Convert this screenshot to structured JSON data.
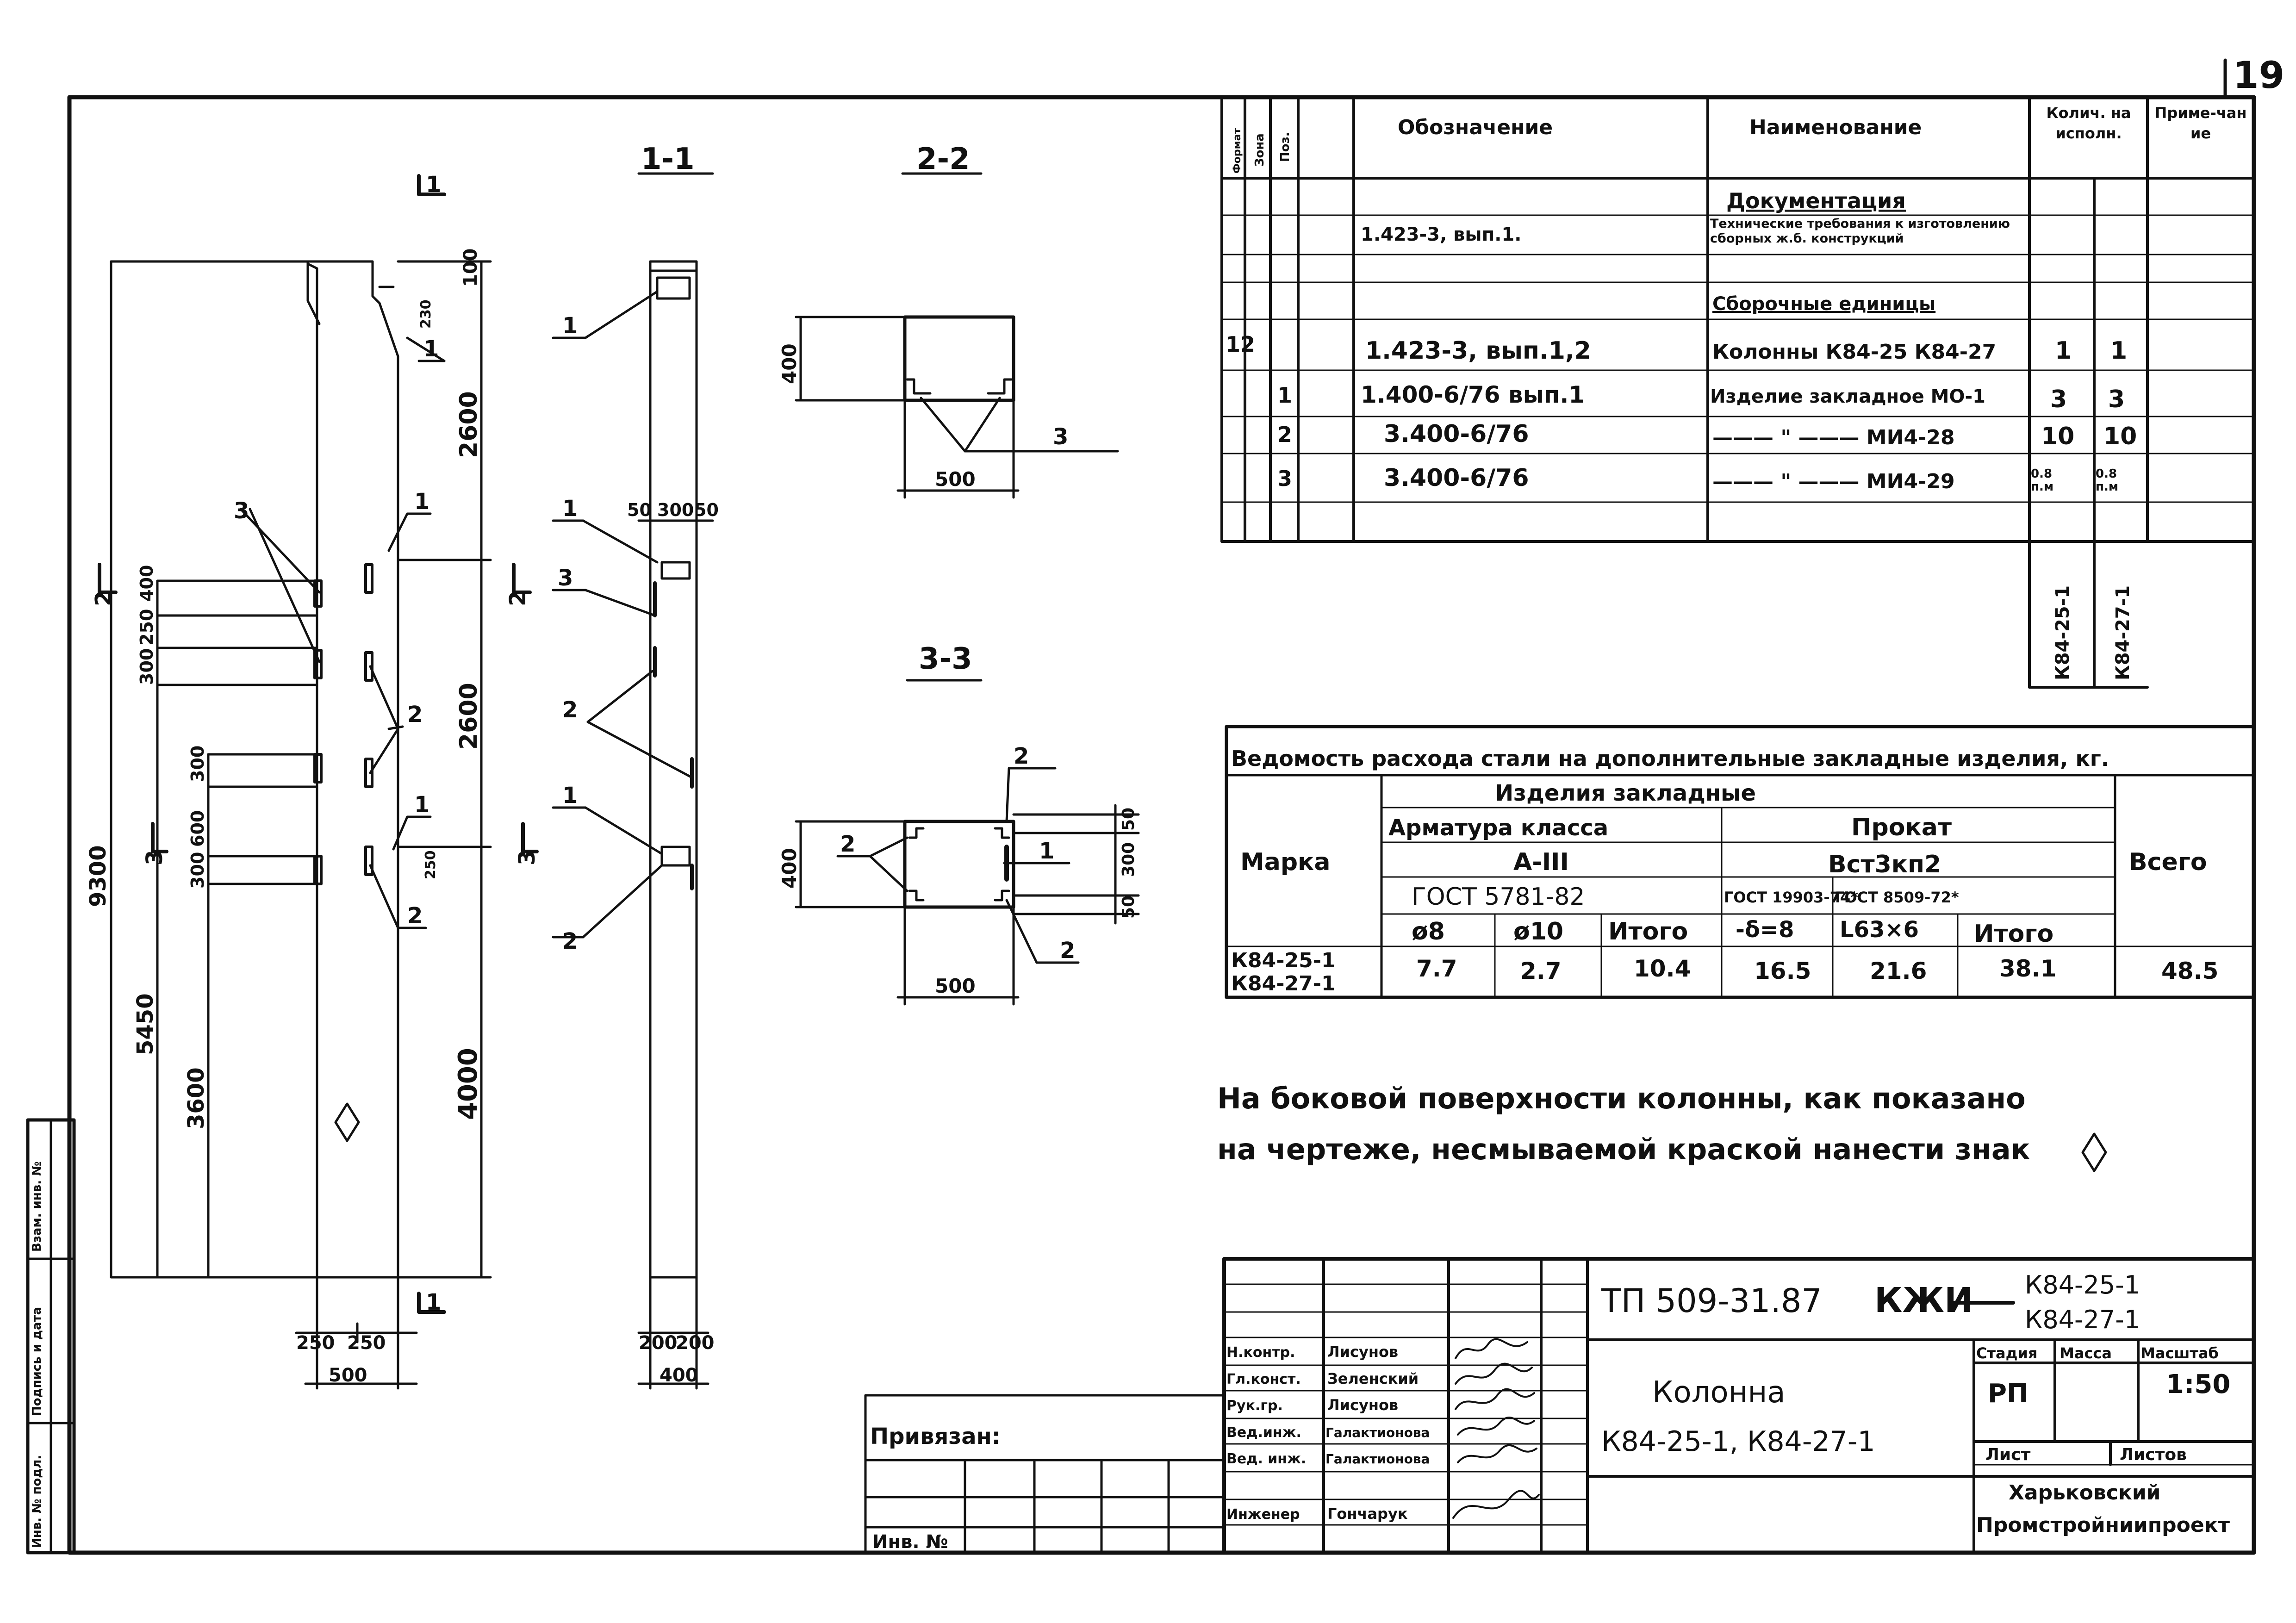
{
  "page_number": "19",
  "sections": [
    "1-1",
    "2-2",
    "3-3"
  ],
  "section_cut_labels": {
    "s1": "1",
    "s2": "2",
    "s3": "3"
  },
  "elevation": {
    "overall_height": "9300",
    "dims_right": [
      "100",
      "2600",
      "2600",
      "4000"
    ],
    "dims_left_stack": [
      "400",
      "250",
      "300",
      "300",
      "600",
      "300",
      "5450",
      "3600"
    ],
    "dims_small": [
      "230",
      "250"
    ],
    "bottom_dims": [
      "250",
      "250",
      "500"
    ],
    "side_bottom_dims": [
      "200",
      "200",
      "400"
    ],
    "side_top_dims": [
      "50",
      "300",
      "50"
    ],
    "callouts": [
      "1",
      "1",
      "1",
      "2",
      "2",
      "2",
      "3",
      "3"
    ]
  },
  "section_2_2": {
    "height": "400",
    "width": "500",
    "callout": "3"
  },
  "section_3_3": {
    "height": "400",
    "width": "500",
    "dims_right": [
      "50",
      "300",
      "50"
    ],
    "callouts": [
      "2",
      "2",
      "1",
      "2"
    ]
  },
  "spec_table": {
    "headers": [
      "Формат",
      "Зона",
      "Поз.",
      "Обозначение",
      "Наименование",
      "Колич. на исполн.",
      "Приме-чание"
    ],
    "rows": [
      {
        "format": "",
        "zone": "",
        "pos": "",
        "designation": "",
        "name": "Документация",
        "q1": "",
        "q2": "",
        "note": ""
      },
      {
        "format": "",
        "zone": "",
        "pos": "",
        "designation": "1.423-3, вып.1.",
        "name": "Технические требования к изготовлению сборных ж.б. конструкций",
        "q1": "",
        "q2": "",
        "note": ""
      },
      {
        "format": "",
        "zone": "",
        "pos": "",
        "designation": "",
        "name": "Сборочные единицы",
        "q1": "",
        "q2": "",
        "note": ""
      },
      {
        "format": "12",
        "zone": "",
        "pos": "",
        "designation": "1.423-3, вып.1,2",
        "name": "Колонны К84-25 К84-27",
        "q1": "1",
        "q2": "1",
        "note": ""
      },
      {
        "format": "",
        "zone": "",
        "pos": "1",
        "designation": "1.400-6/76 вып.1",
        "name": "Изделие закладное МО-1",
        "q1": "3",
        "q2": "3",
        "note": ""
      },
      {
        "format": "",
        "zone": "",
        "pos": "2",
        "designation": "3.400-6/76",
        "name": "——— \" ——— МИ4-28",
        "q1": "10",
        "q2": "10",
        "note": ""
      },
      {
        "format": "",
        "zone": "",
        "pos": "3",
        "designation": "3.400-6/76",
        "name": "——— \" ——— МИ4-29",
        "q1": "0.8 п.м",
        "q2": "0.8 п.м",
        "note": ""
      }
    ],
    "variant_labels": [
      "К84-25-1",
      "К84-27-1"
    ]
  },
  "steel_table": {
    "title": "Ведомость расхода стали на дополнительные закладные изделия, кг.",
    "col_marka": "Марка",
    "col_group": "Изделия закладные",
    "col_armatura": "Арматура класса",
    "armatura_class": "А-III",
    "armatura_gost": "ГОСТ 5781-82",
    "col_prokat": "Прокат",
    "prokat_steel": "Вст3кп2",
    "prokat_gost1": "ГОСТ 19903-74*",
    "prokat_gost2": "ГОСТ 8509-72*",
    "col_total": "Всего",
    "subheaders": [
      "ø8",
      "ø10",
      "Итого",
      "-δ=8",
      "L63×6",
      "Итого"
    ],
    "marka_rows": [
      "К84-25-1",
      "К84-27-1"
    ],
    "values": [
      "7.7",
      "2.7",
      "10.4",
      "16.5",
      "21.6",
      "38.1",
      "48.5"
    ]
  },
  "note_lines": [
    "На боковой поверхности колонны, как показано",
    "на чертеже, несмываемой краской нанести знак"
  ],
  "title_block": {
    "code": "ТП 509-31.87",
    "kzhi": "КЖИ",
    "marks": [
      "К84-25-1",
      "К84-27-1"
    ],
    "drawing_name": "Колонна",
    "drawing_marks": "К84-25-1, К84-27-1",
    "stage_label": "Стадия",
    "mass_label": "Масса",
    "scale_label": "Масштаб",
    "stage": "РП",
    "scale": "1:50",
    "sheet_label": "Лист",
    "sheets_label": "Листов",
    "org_line1": "Харьковский",
    "org_line2": "Промстройниипроект",
    "staff": [
      {
        "role": "Н.контр.",
        "name": "Лисунов"
      },
      {
        "role": "Гл.конст.",
        "name": "Зеленский"
      },
      {
        "role": "Рук.гр.",
        "name": "Лисунов"
      },
      {
        "role": "Вед.инж.",
        "name": "Галактионова"
      },
      {
        "role": "Вед. инж.",
        "name": "Галактионова"
      },
      {
        "role": "Инженер",
        "name": "Гончарук"
      }
    ]
  },
  "binding": {
    "label": "Привязан:",
    "inv_label": "Инв. №"
  },
  "side_stamp": [
    "Инв. № подл.",
    "Подпись и дата",
    "Взам. инв. №"
  ]
}
